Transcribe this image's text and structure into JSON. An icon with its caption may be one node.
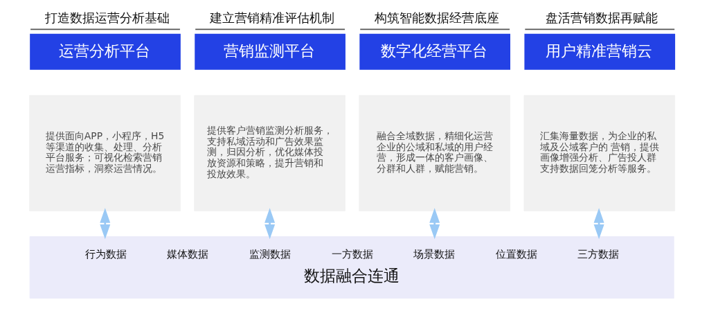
{
  "diagram": {
    "nodes": [
      {
        "text": [
          "打造数据运营分析基础",
          "运营分析平台"
        ]
      },
      {
        "text": [
          "建立营销精准评估机制",
          "营销监测平台"
        ]
      },
      {
        "text": [
          "构筑智能数据经营底座",
          "数字化经营平台"
        ]
      },
      {
        "text": [
          "盘活营销数据再赋能",
          "用户精准营销云"
        ]
      },
      {
        "text": [
          "提供面向APP，小程序，H5等渠道的收集、处理、分析平台服务；可视化检索营销运营指标，洞察运营情况。"
        ]
      },
      {
        "text": [
          "提供客户营销监测分析服务，支持私域活动和广告效果监测，归因分析，优化媒体投放资源和策略，提升营销和投放效果。"
        ]
      },
      {
        "text": [
          "融合全域数据，精细化运营企业的公域和私域的用户经营，形成一体的客户画像、分群和人群，赋能营销。"
        ]
      },
      {
        "text": [
          "汇集海量数据，为企业的私域及公域客户的 营销，提供画像增强分析、广告投人群支持数据回笼分析等服务。"
        ]
      },
      {
        "text": [
          "行为数据",
          "媒体数据",
          "监测数据",
          "一方数据",
          "场景数据",
          "位置数据",
          "三方数据",
          "数据融合连通"
        ]
      }
    ],
    "edges": [
      {
        "from": 4,
        "to": 8,
        "arrow": "both"
      },
      {
        "from": 5,
        "to": 8,
        "arrow": "both"
      },
      {
        "from": 6,
        "to": 8,
        "arrow": "both"
      },
      {
        "from": 7,
        "to": 8,
        "arrow": "both"
      }
    ]
  }
}
